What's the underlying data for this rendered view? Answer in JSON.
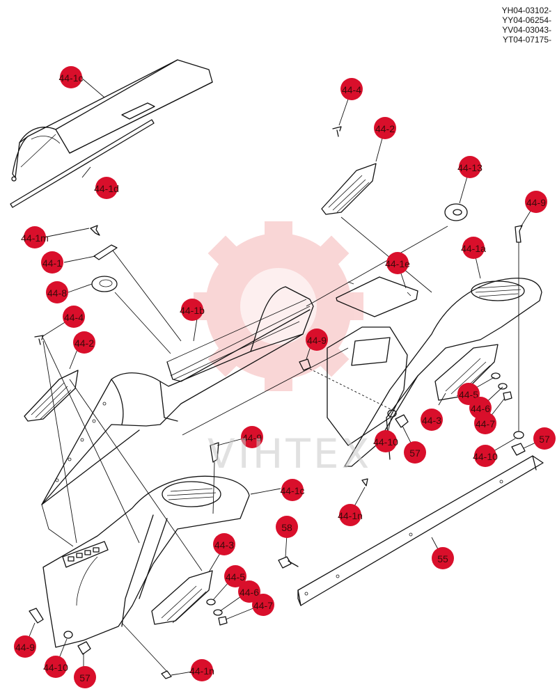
{
  "serial_numbers": [
    "YH04-03102-",
    "YY04-06254-",
    "YV04-03043-",
    "YT04-07175-"
  ],
  "watermark": {
    "text": "VIHTEX",
    "color": "#e84a4a"
  },
  "callout_color": "#d90f2b",
  "callouts": [
    {
      "label": "44-1c",
      "name": "callout-44-1c-top"
    },
    {
      "label": "44-1d",
      "name": "callout-44-1d-rod"
    },
    {
      "label": "44-1m",
      "name": "callout-44-1m-left"
    },
    {
      "label": "44-1",
      "name": "callout-44-1"
    },
    {
      "label": "44-8",
      "name": "callout-44-8"
    },
    {
      "label": "44-1b",
      "name": "callout-44-1b"
    },
    {
      "label": "44-4",
      "name": "callout-44-4-left"
    },
    {
      "label": "44-2",
      "name": "callout-44-2-left"
    },
    {
      "label": "44-4",
      "name": "callout-44-4-right"
    },
    {
      "label": "44-2",
      "name": "callout-44-2-right"
    },
    {
      "label": "44-13",
      "name": "callout-44-13"
    },
    {
      "label": "44-9",
      "name": "callout-44-9-right"
    },
    {
      "label": "44-1a",
      "name": "callout-44-1a"
    },
    {
      "label": "44-1e",
      "name": "callout-44-1e"
    },
    {
      "label": "44-9",
      "name": "callout-44-9-center"
    },
    {
      "label": "44-5",
      "name": "callout-44-5-right"
    },
    {
      "label": "44-6",
      "name": "callout-44-6-right"
    },
    {
      "label": "44-3",
      "name": "callout-44-3-right"
    },
    {
      "label": "44-7",
      "name": "callout-44-7-right"
    },
    {
      "label": "44-10",
      "name": "callout-44-10-center"
    },
    {
      "label": "57",
      "name": "callout-57-center"
    },
    {
      "label": "57",
      "name": "callout-57-right"
    },
    {
      "label": "44-10",
      "name": "callout-44-10-right"
    },
    {
      "label": "44-9",
      "name": "callout-44-9-mid"
    },
    {
      "label": "44-1n",
      "name": "callout-44-1n-center"
    },
    {
      "label": "44-1c",
      "name": "callout-44-1c-lower"
    },
    {
      "label": "58",
      "name": "callout-58"
    },
    {
      "label": "55",
      "name": "callout-55"
    },
    {
      "label": "44-3",
      "name": "callout-44-3-left"
    },
    {
      "label": "44-5",
      "name": "callout-44-5-left"
    },
    {
      "label": "44-6",
      "name": "callout-44-6-left"
    },
    {
      "label": "44-7",
      "name": "callout-44-7-left"
    },
    {
      "label": "44-9",
      "name": "callout-44-9-left"
    },
    {
      "label": "44-10",
      "name": "callout-44-10-left"
    },
    {
      "label": "57",
      "name": "callout-57-left"
    },
    {
      "label": "44-1n",
      "name": "callout-44-1n-bottom"
    }
  ]
}
